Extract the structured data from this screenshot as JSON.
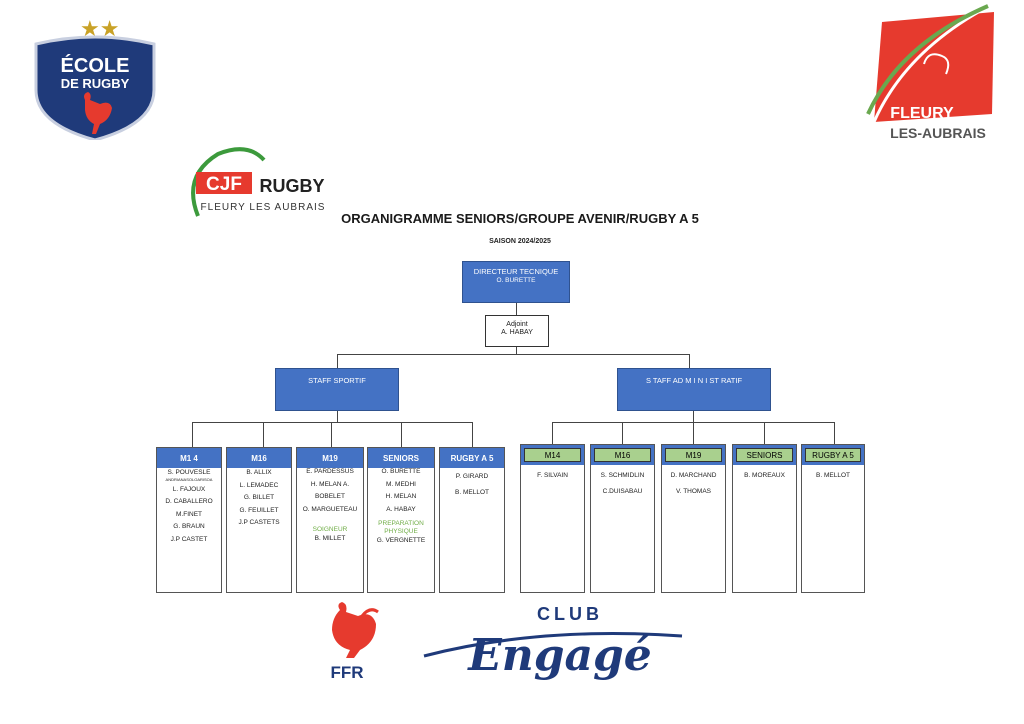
{
  "header": {
    "title": "ORGANIGRAMME SENIORS/GROUPE AVENIR/RUGBY A 5",
    "season": "SAISON 2024/2025"
  },
  "logos": {
    "ecole": {
      "line1": "ÉCOLE",
      "line2": "DE RUGBY"
    },
    "fleury": {
      "line1": "FLEURY",
      "line2": "LES-AUBRAIS"
    },
    "cjf": {
      "mark": "CJF",
      "word": "RUGBY",
      "sub": "FLEURY LES AUBRAIS"
    },
    "ffr": {
      "text": "FFR"
    },
    "club_engage": {
      "top": "CLUB",
      "script": "Engagé"
    }
  },
  "director": {
    "title": "DIRECTEUR TECNIQUE",
    "name": "O. BURETTE"
  },
  "deputy": {
    "title": "Adjoint",
    "name": "A. HABAY"
  },
  "staff_sportif": {
    "title": "STAFF SPORTIF"
  },
  "staff_admin": {
    "title": "S TAFF AD M I N I ST RATIF"
  },
  "sport_columns": [
    {
      "head": "M1 4",
      "lines": [
        "S. POUVESLE",
        "L. FAJOUX",
        "D. CABALLERO",
        "M.FINET",
        "G. BRAUN",
        "J.P CASTET"
      ],
      "tiny": "ANDRIANASOLOARISOA"
    },
    {
      "head": "M16",
      "lines": [
        "B. ALLIX",
        "L. LEMADEC",
        "G. BILLET",
        "G. FEUILLET",
        "J.P CASTETS"
      ]
    },
    {
      "head": "M19",
      "lines": [
        "E. PARDESSUS",
        "H. MELAN A.",
        "BOBELET",
        "O. MARGUETEAU"
      ],
      "green": "SOIGNEUR",
      "after": "B. MILLET"
    },
    {
      "head": "SENIORS",
      "lines": [
        "O. BURETTE",
        "M. MEDHI",
        "H. MELAN",
        "A. HABAY"
      ],
      "green": "PREPARATION PHYSIQUE",
      "after": "G. VERGNETTE"
    },
    {
      "head": "RUGBY A 5",
      "lines": [
        "P. GIRARD",
        "B. MELLOT"
      ]
    }
  ],
  "admin_columns": [
    {
      "head": "M14",
      "lines": [
        "F. SILVAIN"
      ]
    },
    {
      "head": "M16",
      "lines": [
        "S. SCHMIDLIN",
        "C.DUISABAU"
      ]
    },
    {
      "head": "M19",
      "lines": [
        "D. MARCHAND",
        "V. THOMAS"
      ]
    },
    {
      "head": "SENIORS",
      "lines": [
        "B. MOREAUX"
      ]
    },
    {
      "head": "RUGBY A 5",
      "lines": [
        "B. MELLOT"
      ]
    }
  ],
  "colors": {
    "blue": "#4472c4",
    "green_head": "#a9d08e",
    "green_text": "#70ad47",
    "red": "#e63a2e",
    "navy": "#1f3a7a"
  }
}
